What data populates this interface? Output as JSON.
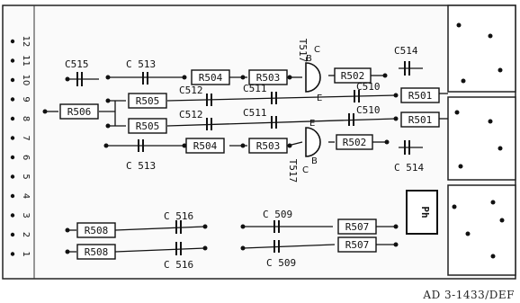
{
  "caption": "AD 3-1433/DEF",
  "logo": "Ph",
  "pins": [
    "12",
    "11",
    "10",
    "9",
    "8",
    "7",
    "6",
    "5",
    "4",
    "3",
    "2",
    "1"
  ],
  "resistors": {
    "r504_top": "R504",
    "r503_top": "R503",
    "r502_top": "R502",
    "r505_a": "R505",
    "r505_b": "R505",
    "r506": "R506",
    "r501_a": "R501",
    "r501_b": "R501",
    "r504_bot": "R504",
    "r503_bot": "R503",
    "r502_bot": "R502",
    "r508_a": "R508",
    "r508_b": "R508",
    "r507_a": "R507",
    "r507_b": "R507"
  },
  "capacitors": {
    "c515": "C515",
    "c513_top": "C 513",
    "c514_top": "C514",
    "c514_bot": "C 514",
    "c512_a": "C512",
    "c512_b": "C512",
    "c511_a": "C511",
    "c511_b": "C511",
    "c510_a": "C510",
    "c510_b": "C510",
    "c513_bot": "C 513",
    "c516_top": "C 516",
    "c516_bot": "C 516",
    "c509_top": "C 509",
    "c509_bot": "C 509"
  },
  "transistors": {
    "t517_top": "T517",
    "t517_bot": "T517"
  },
  "transistor_pins": {
    "c": "C",
    "b": "B",
    "e": "E"
  }
}
